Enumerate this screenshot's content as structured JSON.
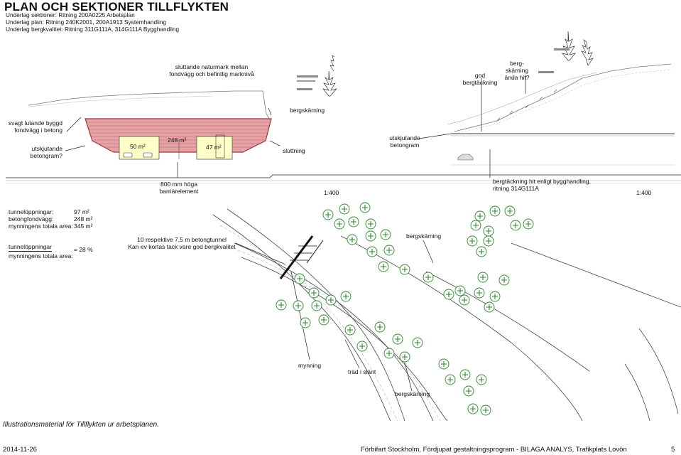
{
  "header": {
    "title": "PLAN OCH SEKTIONER TILLFLYKTEN",
    "lines": [
      "Underlag sektioner: Ritning 200A0225 Arbetsplan",
      "Underlag plan: Ritning 240K2001, 200A1913 Systemhandling",
      "Underlag bergkvalitet: Ritning 311G111A, 314G111A Bygghandling"
    ]
  },
  "section": {
    "ann_naturmark": "sluttande naturmark mellan fondvägg och befintlig marknivå",
    "ann_god": "god bergtäckning",
    "ann_bergskarning_q": "berg- skärning ända hit?",
    "ann_bergskarning": "bergskärning",
    "ann_svagt": "svagt lutande byggd fondvägg i betong",
    "ann_utskjutande_q": "utskjutande betongram?",
    "ann_sluttning": "sluttning",
    "ann_utskjutande": "utskjutande betongram",
    "area_left": "50 m²",
    "area_mid": "248 m²",
    "area_right": "47 m²",
    "ann_barriar": "800 mm höga barriärelement",
    "ann_bergtackning": "bergtäckning hit enligt bygghandling, ritning 314G111A",
    "scale_left": "1:400",
    "scale_right": "1:400"
  },
  "stats": {
    "row1_label": "tunnelöppningar:",
    "row1_value": "97 m²",
    "row2_label": "betongfondvägg:",
    "row2_value": "248 m²",
    "row3_label": "mynningens totala area:",
    "row3_value": "345 m²",
    "frac_num": "tunnelöppningar",
    "frac_den": "mynningens totala area:",
    "frac_value": "= 28 %"
  },
  "plan": {
    "ann_tunnel": "10 respektive 7,5 m betongtunnel",
    "ann_kortas": "Kan ev kortas tack vare god bergkvalitet",
    "ann_bergskarning_top": "bergskärning",
    "ann_mynning": "mynning",
    "ann_trad": "träd i slänt",
    "ann_bergskarning_bottom": "bergskärning"
  },
  "caption": "Illustrationsmaterial för Tillflykten ur arbetsplanen.",
  "footer": {
    "date": "2014-11-26",
    "credit": "Förbifart Stockholm, Fördjupat gestaltningsprogram - BILAGA ANALYS, Trafikplats Lovön",
    "page": "5"
  },
  "colors": {
    "portal_fill": "#e6a3a6",
    "portal_stroke": "#a0303a",
    "opening_fill": "#ffffc8",
    "tree_green": "#2a8a2a"
  }
}
